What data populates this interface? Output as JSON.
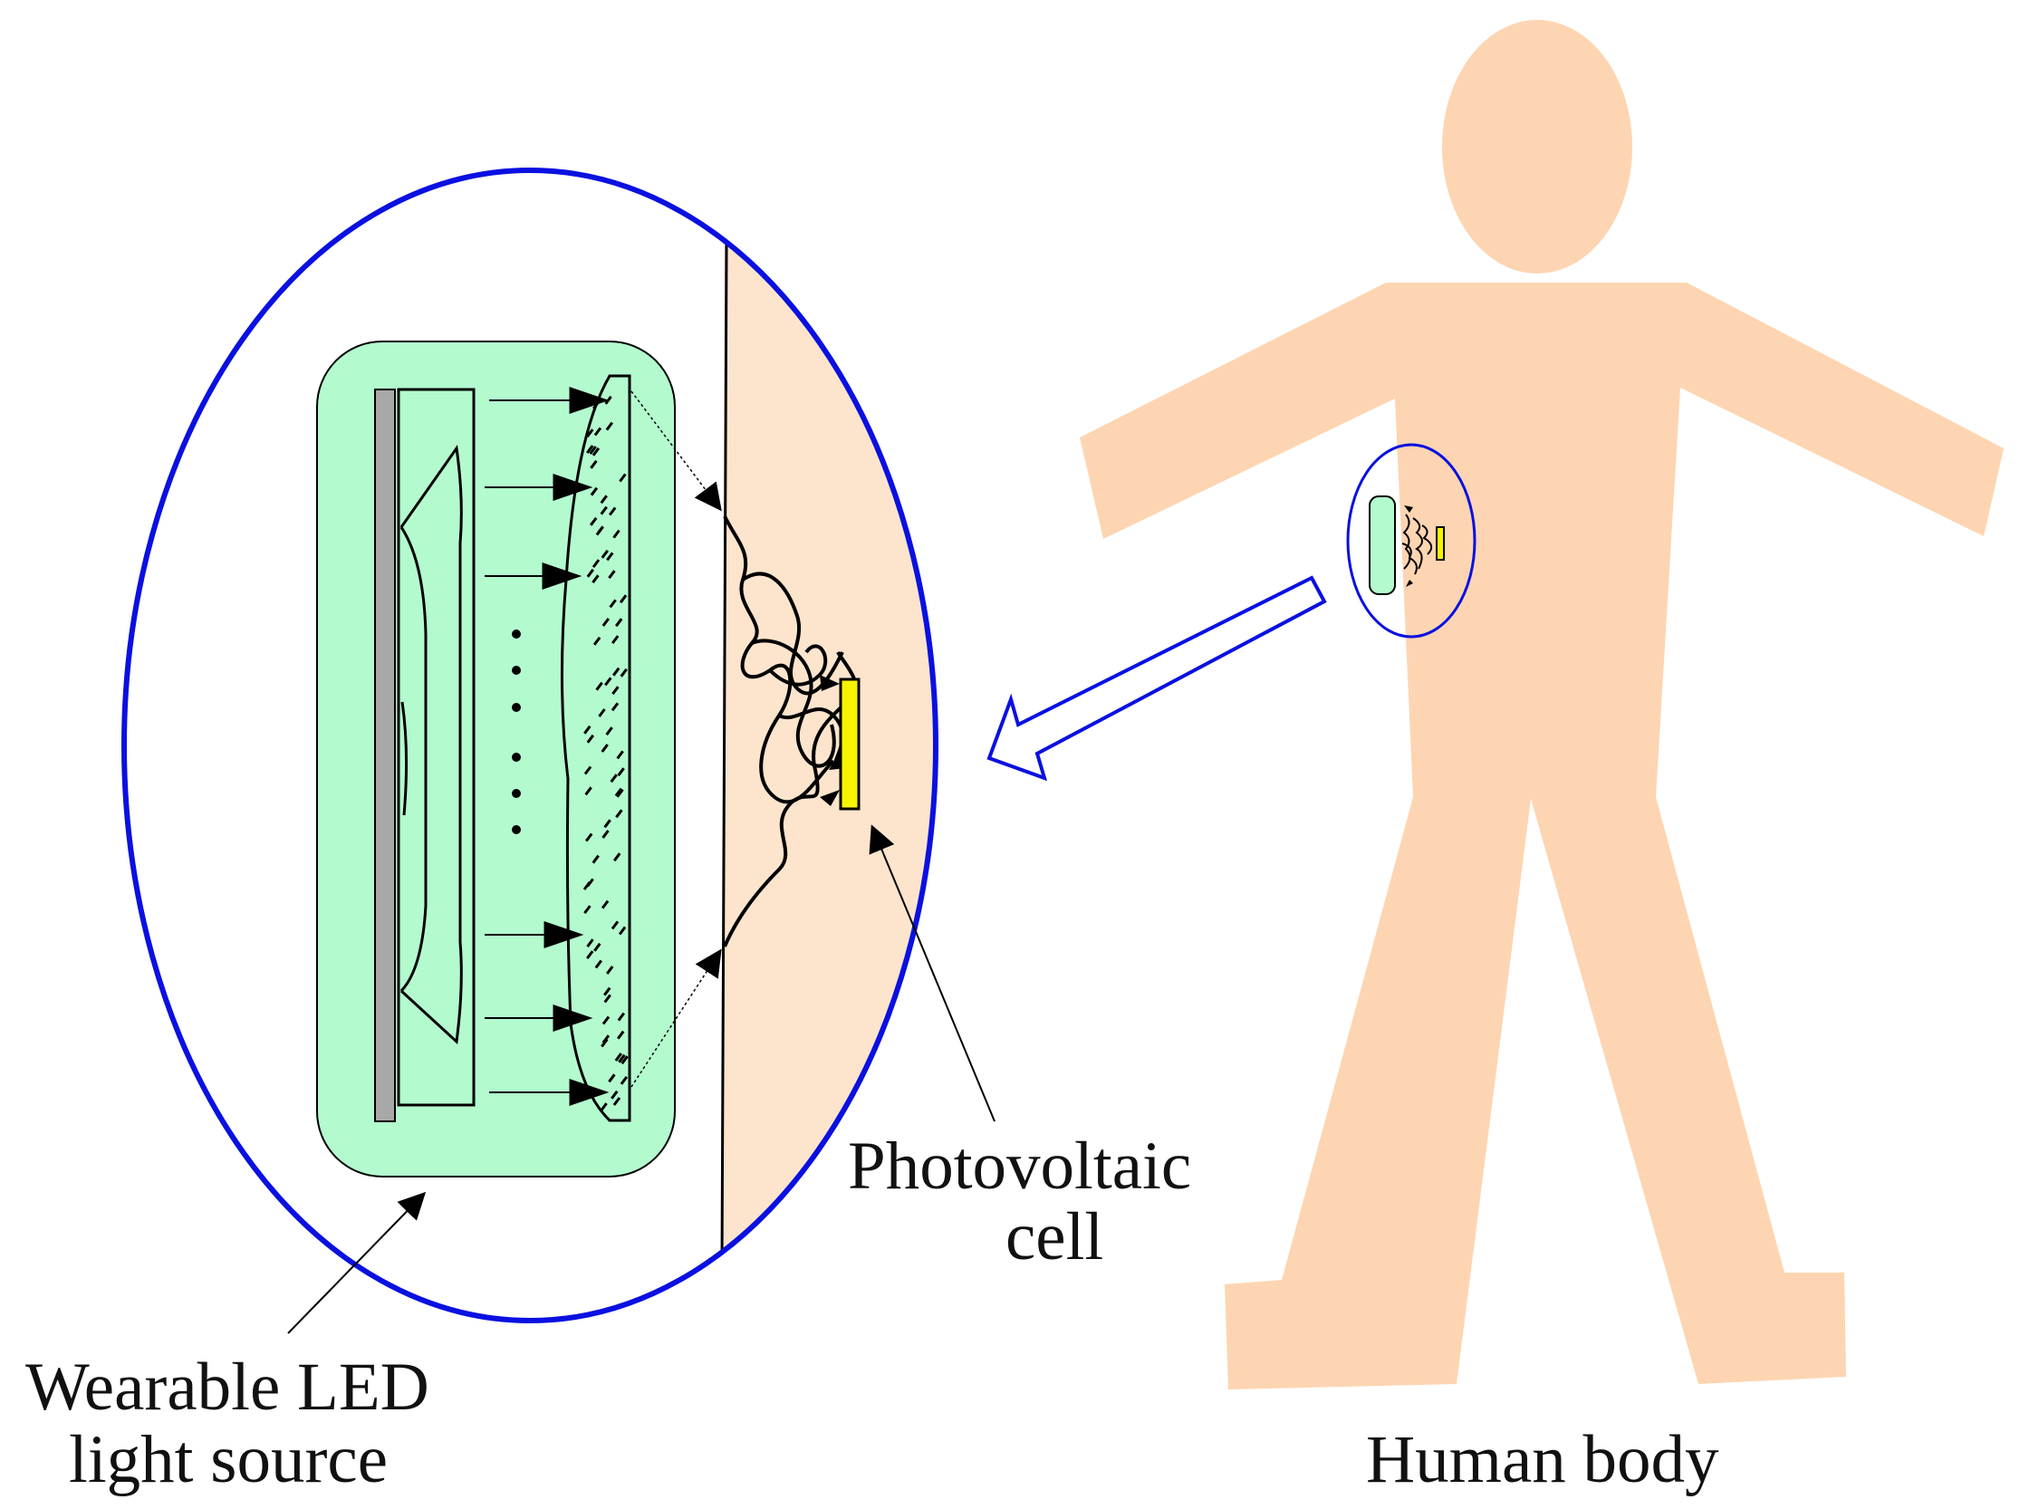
{
  "labels": {
    "wearable_line1": "Wearable LED",
    "wearable_line2": "light source",
    "pv_line1": "Photovoltaic",
    "pv_line2": "cell",
    "human": "Human body"
  },
  "colors": {
    "skin": "#fdd5b2",
    "skin_light": "#fde4cd",
    "zoom_ring": "#0a10e0",
    "led_panel": "#b3fbcf",
    "pv_cell": "#f8f400",
    "stroke": "#000000",
    "plate": "#a8a8a8"
  },
  "icons": [
    "human-silhouette",
    "zoom-lens",
    "led-panel",
    "photovoltaic-cell",
    "callout-arrow"
  ]
}
